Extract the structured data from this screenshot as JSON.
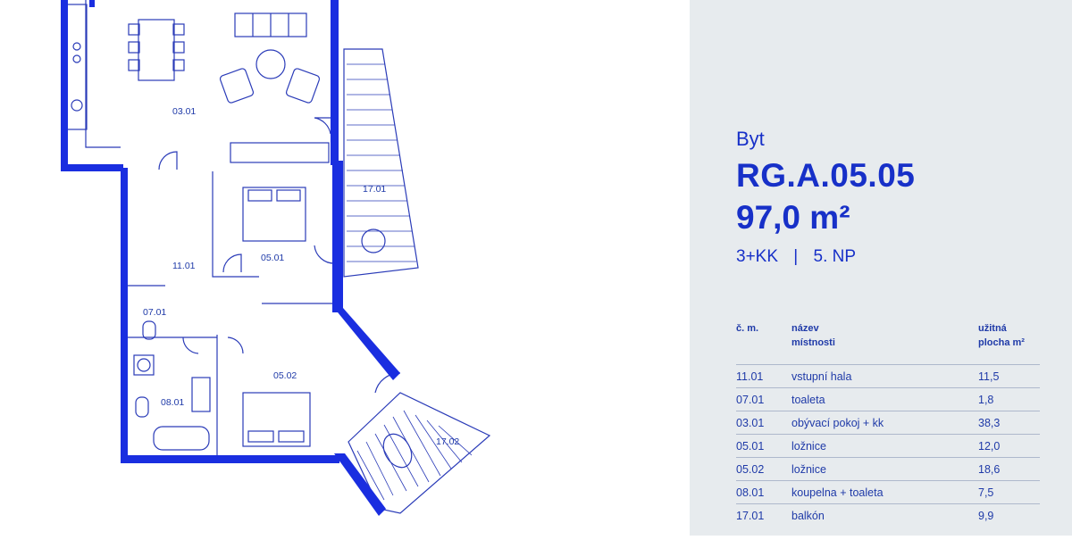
{
  "floorplan": {
    "room_labels": [
      "03.01",
      "17.01",
      "11.01",
      "05.01",
      "07.01",
      "08.01",
      "05.02",
      "17.02"
    ],
    "accent_color": "#1a2ee0",
    "line_color": "#2a3bb8"
  },
  "info": {
    "type_label": "Byt",
    "unit_code": "RG.A.05.05",
    "area": "97,0 m²",
    "layout": "3+KK",
    "separator": "|",
    "floor": "5. NP"
  },
  "table": {
    "headers": [
      "č. m.",
      "název\nmístnosti",
      "užitná\nplocha m²"
    ],
    "rows": [
      {
        "no": "11.01",
        "name": "vstupní hala",
        "area": "11,5"
      },
      {
        "no": "07.01",
        "name": "toaleta",
        "area": "1,8"
      },
      {
        "no": "03.01",
        "name": "obývací pokoj + kk",
        "area": "38,3"
      },
      {
        "no": "05.01",
        "name": "ložnice",
        "area": "12,0"
      },
      {
        "no": "05.02",
        "name": "ložnice",
        "area": "18,6"
      },
      {
        "no": "08.01",
        "name": "koupelna + toaleta",
        "area": "7,5"
      },
      {
        "no": "17.01",
        "name": "balkón",
        "area": "9,9"
      }
    ]
  }
}
